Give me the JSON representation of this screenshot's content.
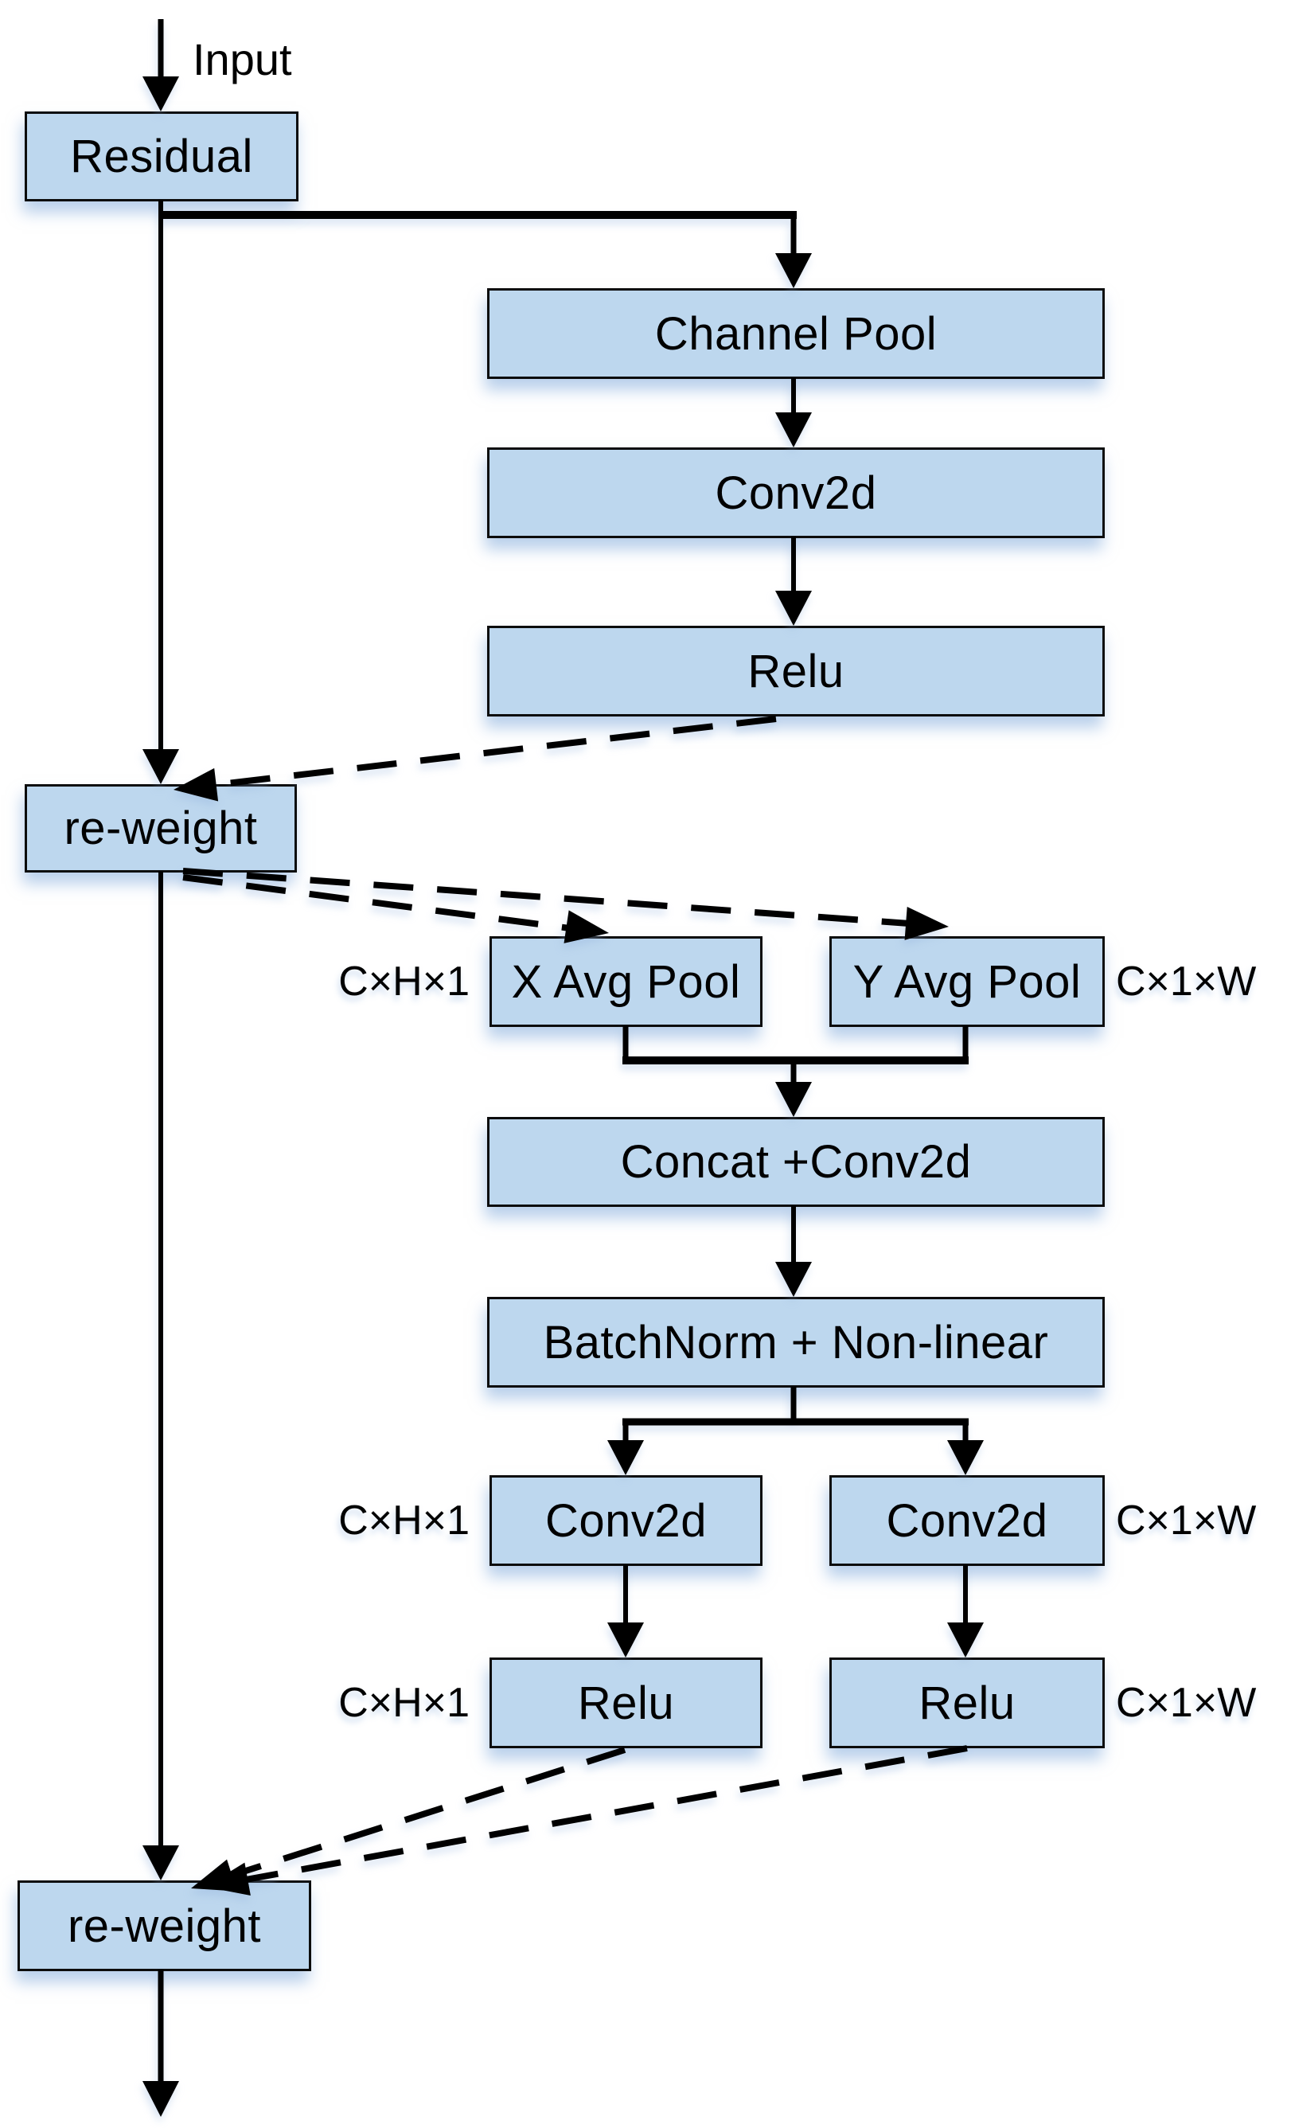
{
  "input_label": "Input",
  "nodes": {
    "residual": "Residual",
    "channel_pool": "Channel Pool",
    "conv2d_top": "Conv2d",
    "relu_top": "Relu",
    "reweight1": "re-weight",
    "x_avg_pool": "X Avg Pool",
    "y_avg_pool": "Y Avg Pool",
    "concat_conv2d": "Concat +Conv2d",
    "batchnorm_nonlinear": "BatchNorm + Non-linear",
    "conv2d_left": "Conv2d",
    "conv2d_right": "Conv2d",
    "relu_left": "Relu",
    "relu_right": "Relu",
    "reweight2": "re-weight"
  },
  "dims": {
    "avg_left": "C×H×1",
    "avg_right": "C×1×W",
    "conv_left": "C×H×1",
    "conv_right": "C×1×W",
    "relu_left": "C×H×1",
    "relu_right": "C×1×W"
  },
  "colors": {
    "box_fill": "#BDD7EE",
    "box_border": "#0C0C0C",
    "wire": "#000000",
    "shadow_tint": "#80AADA",
    "background": "#FFFFFF"
  }
}
